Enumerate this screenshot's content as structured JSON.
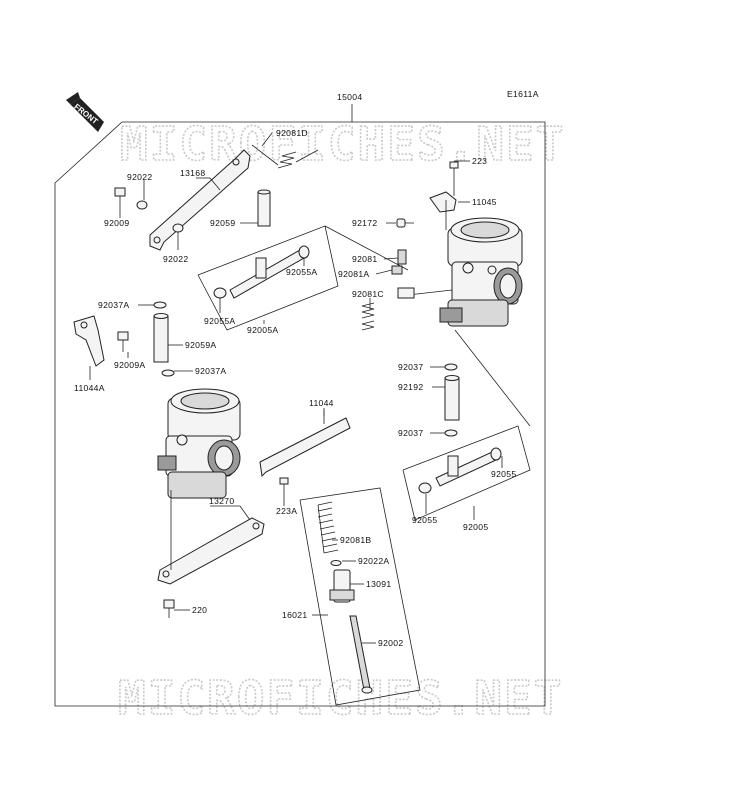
{
  "diagram_code": "E1611A",
  "front_label": "FRONT",
  "watermark": "MICROFICHES.NET",
  "assembly_number": "15004",
  "parts": {
    "p92081D": "92081D",
    "p223": "223",
    "p11045": "11045",
    "p92022_top": "92022",
    "p13168": "13168",
    "p92009": "92009",
    "p92022_low": "92022",
    "p92059": "92059",
    "p92172": "92172",
    "p92081": "92081",
    "p92081A": "92081A",
    "p92081C": "92081C",
    "p92055A_r": "92055A",
    "p92055A_l": "92055A",
    "p92005A": "92005A",
    "p92037A_top": "92037A",
    "p92009A": "92009A",
    "p92059A": "92059A",
    "p11044A": "11044A",
    "p92037A_low": "92037A",
    "p11044": "11044",
    "p92037_top": "92037",
    "p92192": "92192",
    "p92037_low": "92037",
    "p92055_r": "92055",
    "p92055_l": "92055",
    "p92005": "92005",
    "p223A": "223A",
    "p13270": "13270",
    "p220": "220",
    "p92081B": "92081B",
    "p92022A": "92022A",
    "p13091": "13091",
    "p16021": "16021",
    "p92002": "92002"
  }
}
